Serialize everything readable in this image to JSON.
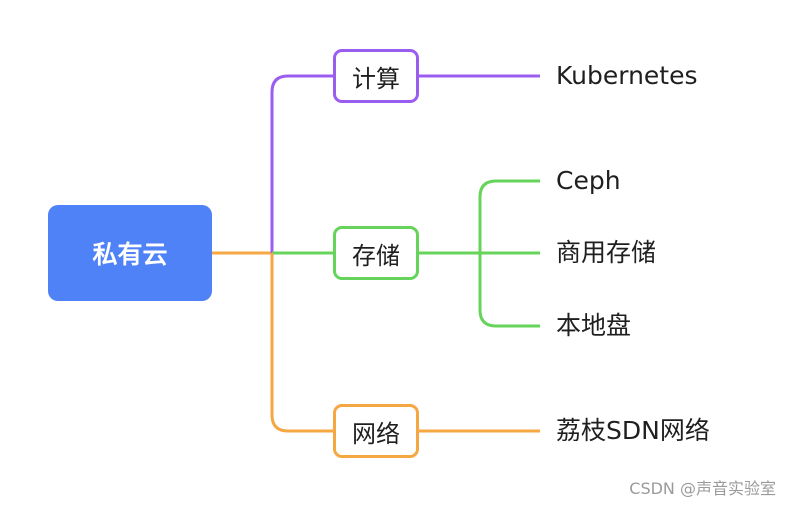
{
  "colors": {
    "root": "#4f81f7",
    "compute": "#9b5cf0",
    "storage": "#66d45a",
    "network": "#f5a742",
    "text": "#1f1f1f",
    "watermark": "#9a9a9a"
  },
  "root": {
    "label": "私有云"
  },
  "branches": [
    {
      "label": "计算",
      "color_key": "compute",
      "leaves": [
        "Kubernetes"
      ]
    },
    {
      "label": "存储",
      "color_key": "storage",
      "leaves": [
        "Ceph",
        "商用存储",
        "本地盘"
      ]
    },
    {
      "label": "网络",
      "color_key": "network",
      "leaves": [
        "荔枝SDN网络"
      ]
    }
  ],
  "watermark": "CSDN @声音实验室"
}
